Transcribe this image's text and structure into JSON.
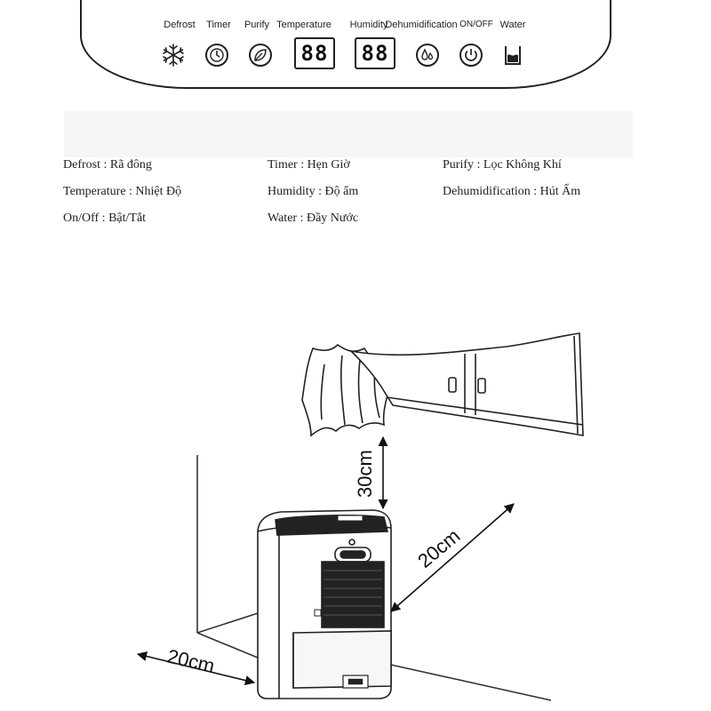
{
  "panel": {
    "controls": [
      {
        "label": "Defrost",
        "icon": "snowflake-icon"
      },
      {
        "label": "Timer",
        "icon": "clock-icon"
      },
      {
        "label": "Purify",
        "icon": "leaf-icon"
      },
      {
        "label": "Temperature",
        "display": "88"
      },
      {
        "label": "Humidity",
        "display": "88"
      },
      {
        "label": "Dehumidification",
        "icon": "droplets-icon"
      },
      {
        "label": "ON/OFF",
        "icon": "power-icon"
      },
      {
        "label": "Water",
        "icon": "water-tank-icon"
      }
    ]
  },
  "legend": [
    {
      "text": "Defrost : Rã đông"
    },
    {
      "text": "Timer : Hẹn Giờ"
    },
    {
      "text": "Purify : Lọc Không Khí"
    },
    {
      "text": "Temperature : Nhiệt Độ"
    },
    {
      "text": "Humidity : Độ ẩm"
    },
    {
      "text": "Dehumidification : Hút Ẩm"
    },
    {
      "text": "On/Off : Bật/Tắt"
    },
    {
      "text": "Water : Đầy Nước"
    }
  ],
  "diagram": {
    "top_clearance": "30cm",
    "side_clearance": "20cm",
    "back_clearance": "20cm"
  }
}
